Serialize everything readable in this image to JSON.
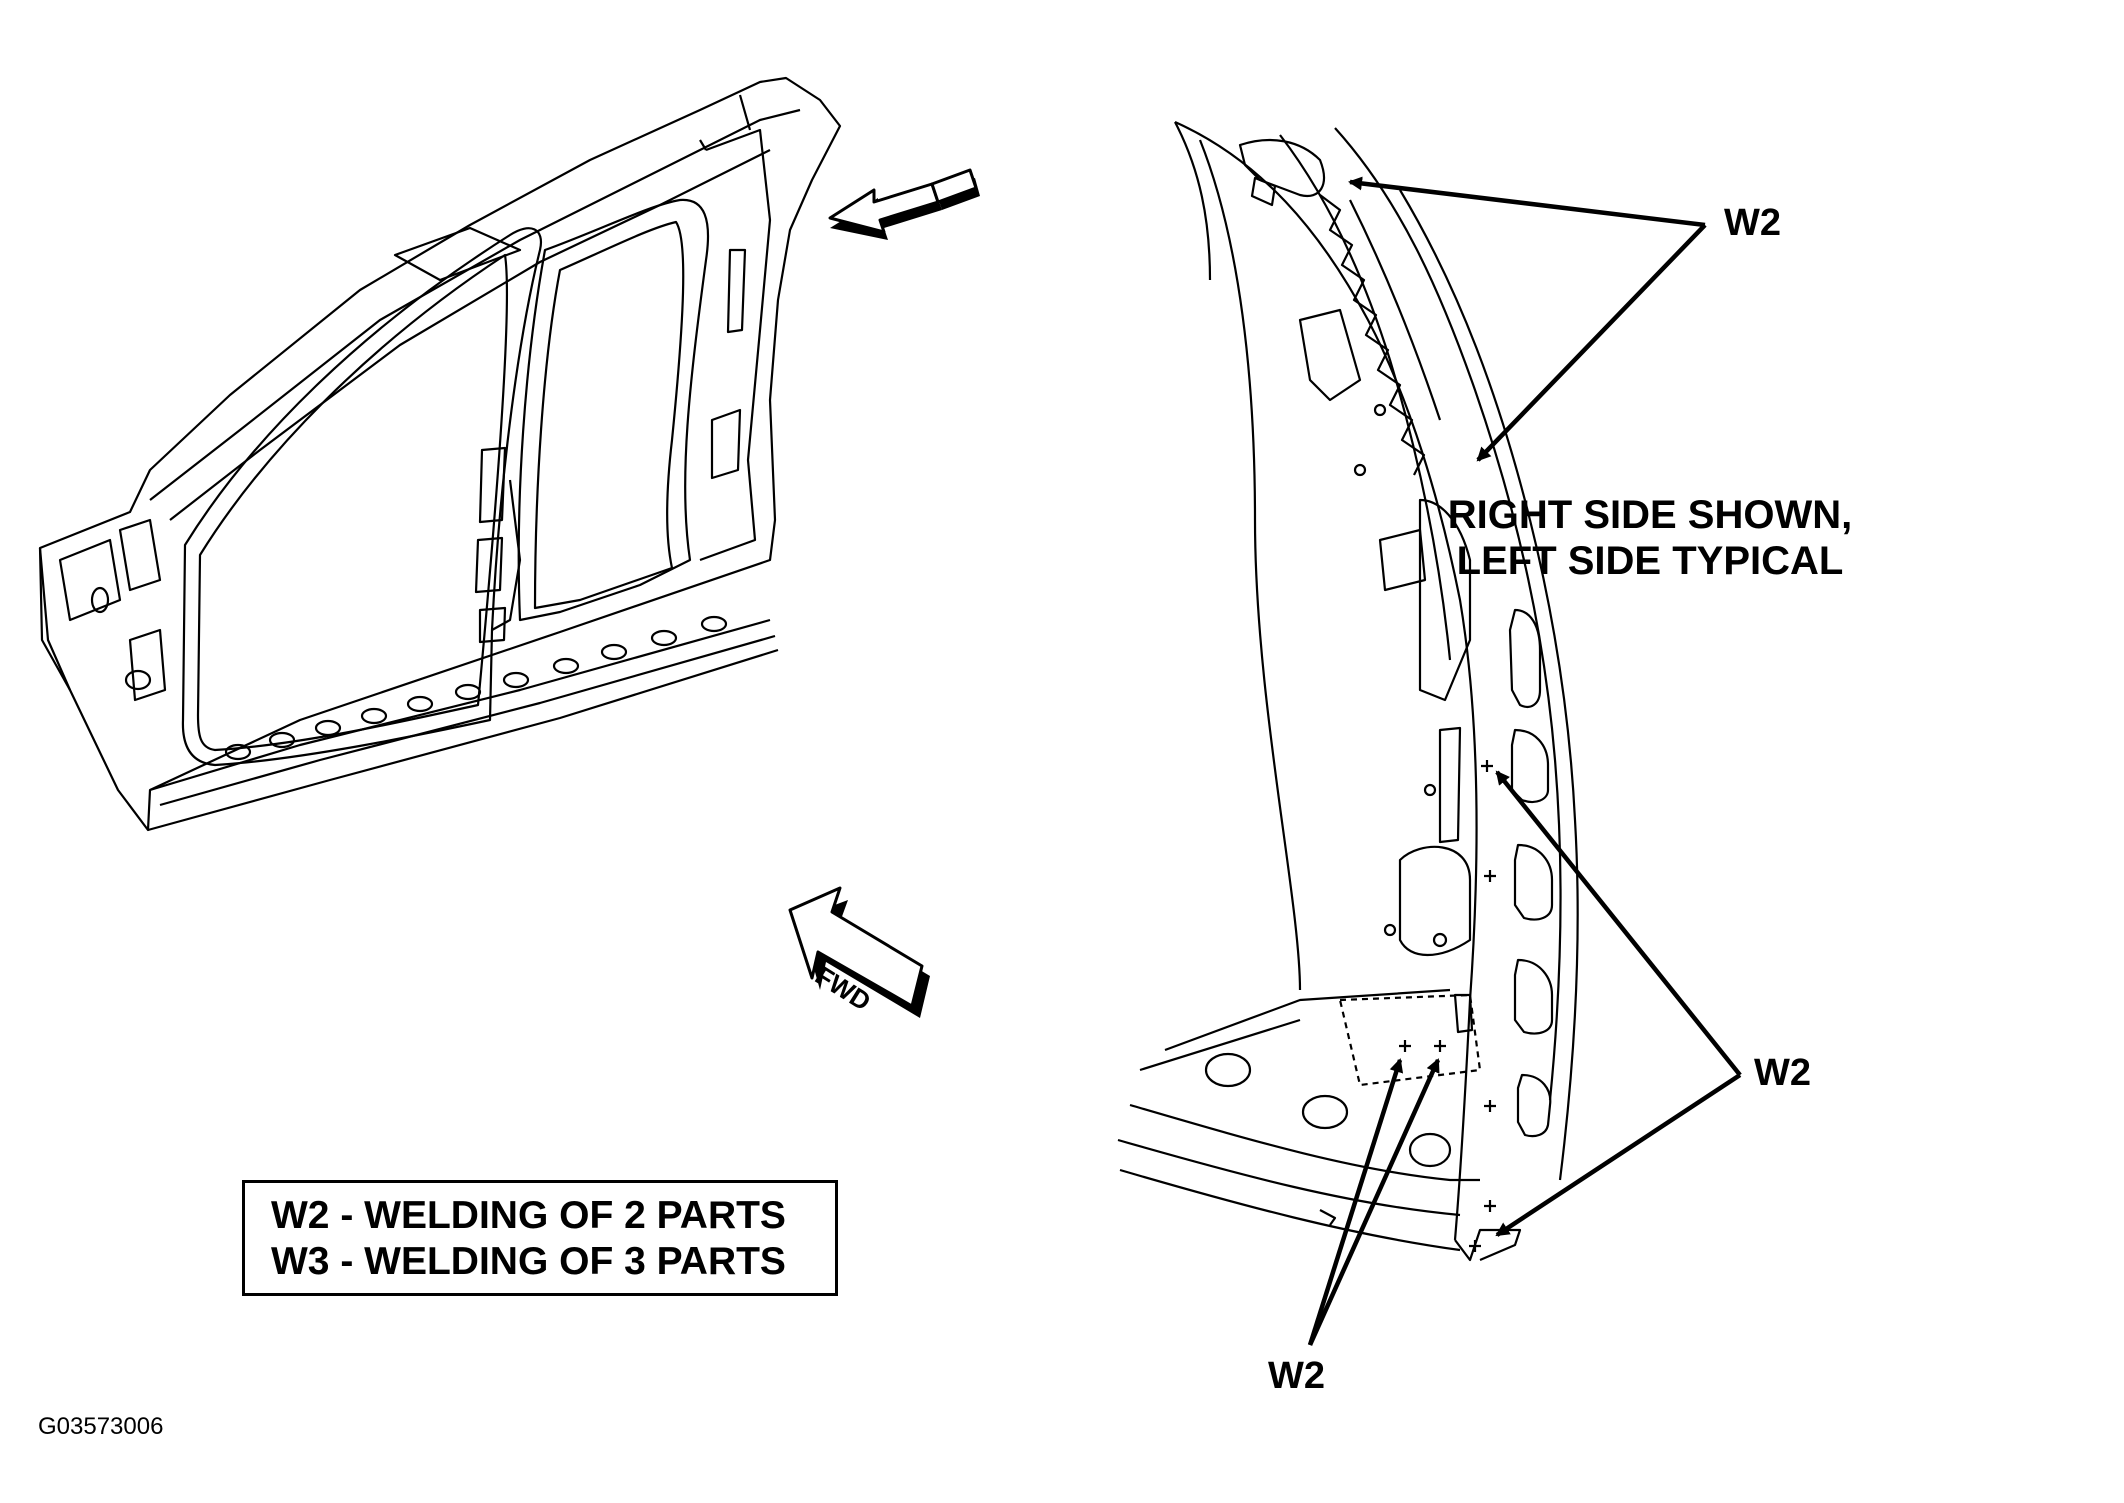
{
  "callouts": {
    "w2_top": "W2",
    "w2_mid": "W2",
    "w2_bottom": "W2"
  },
  "side_note": {
    "line1": "RIGHT SIDE SHOWN,",
    "line2": "LEFT SIDE TYPICAL"
  },
  "legend": {
    "line1": "W2 - WELDING OF 2 PARTS",
    "line2": "W3 - WELDING OF 3 PARTS"
  },
  "direction_label": "FWD",
  "figure_id": "G03573006"
}
